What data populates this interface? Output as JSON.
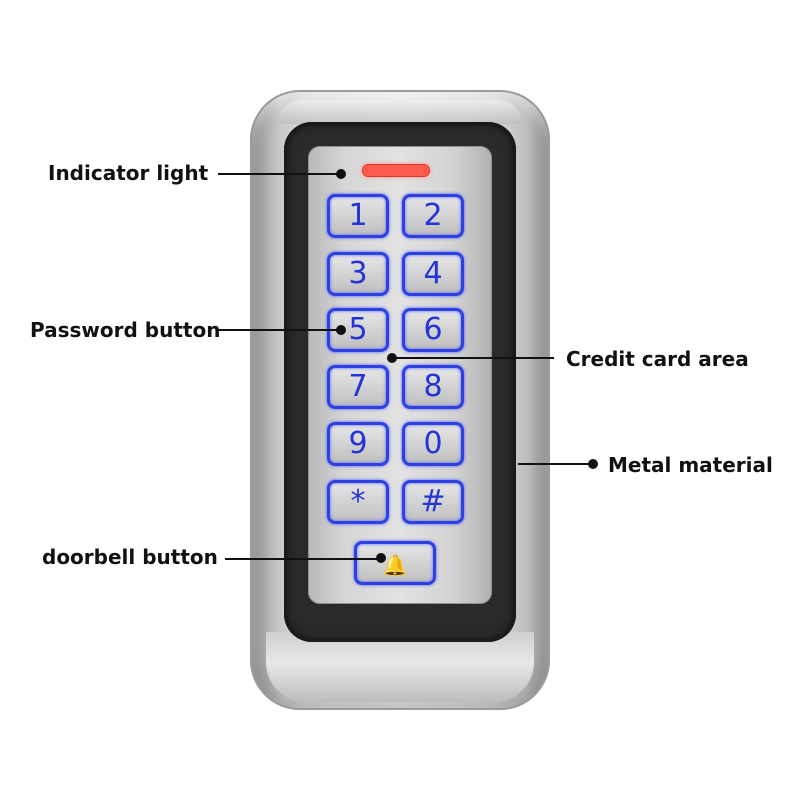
{
  "keypad": {
    "keys": [
      "1",
      "2",
      "3",
      "4",
      "5",
      "6",
      "7",
      "8",
      "9",
      "0",
      "*",
      "#"
    ],
    "doorbell_symbol": "🔔"
  },
  "callouts": {
    "indicator_light": "Indicator light",
    "password_button": "Password button",
    "credit_card_area": "Credit card area",
    "metal_material": "Metal material",
    "doorbell_button": "doorbell button"
  },
  "colors": {
    "key_border": "#2f40e0",
    "indicator": "#ff5a4e",
    "housing": "#d9d9d9",
    "bezel": "#2a2a2a"
  }
}
